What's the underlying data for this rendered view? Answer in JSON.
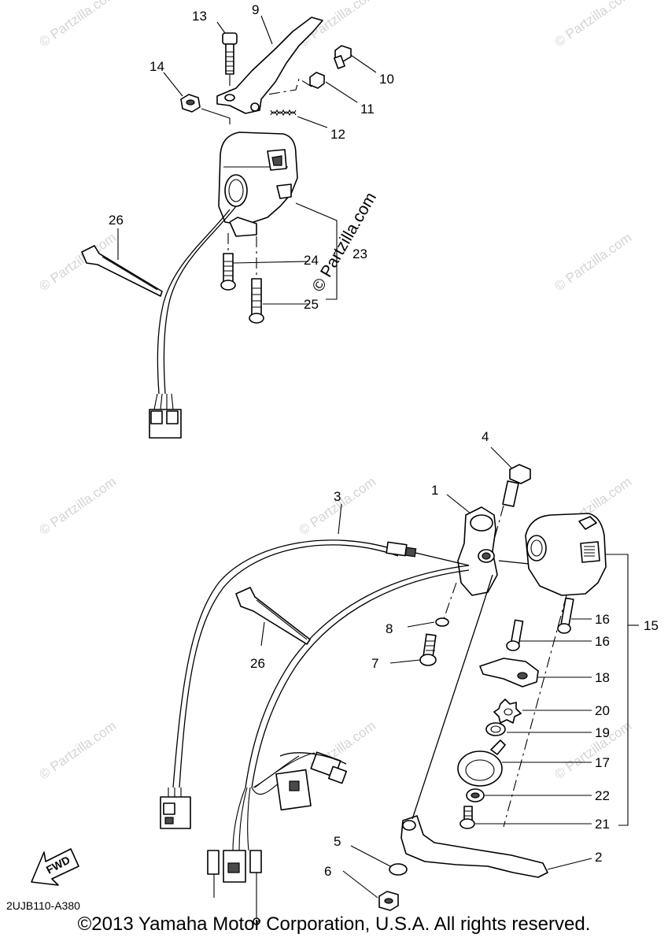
{
  "diagram": {
    "code": "2UJB110-A380",
    "copyright": "©2013  Yamaha Motor Corporation, U.S.A. All rights reserved.",
    "watermark": "© Partzilla.com",
    "fwd_label": "FWD",
    "callouts": {
      "c1": "1",
      "c2": "2",
      "c3": "3",
      "c4": "4",
      "c5": "5",
      "c6": "6",
      "c7": "7",
      "c8": "8",
      "c9": "9",
      "c10": "10",
      "c11": "11",
      "c12": "12",
      "c13": "13",
      "c14": "14",
      "c15": "15",
      "c16a": "16",
      "c16b": "16",
      "c17": "17",
      "c18": "18",
      "c19": "19",
      "c20": "20",
      "c21": "21",
      "c22": "22",
      "c23": "23",
      "c24": "24",
      "c25": "25",
      "c26a": "26",
      "c26b": "26"
    }
  }
}
